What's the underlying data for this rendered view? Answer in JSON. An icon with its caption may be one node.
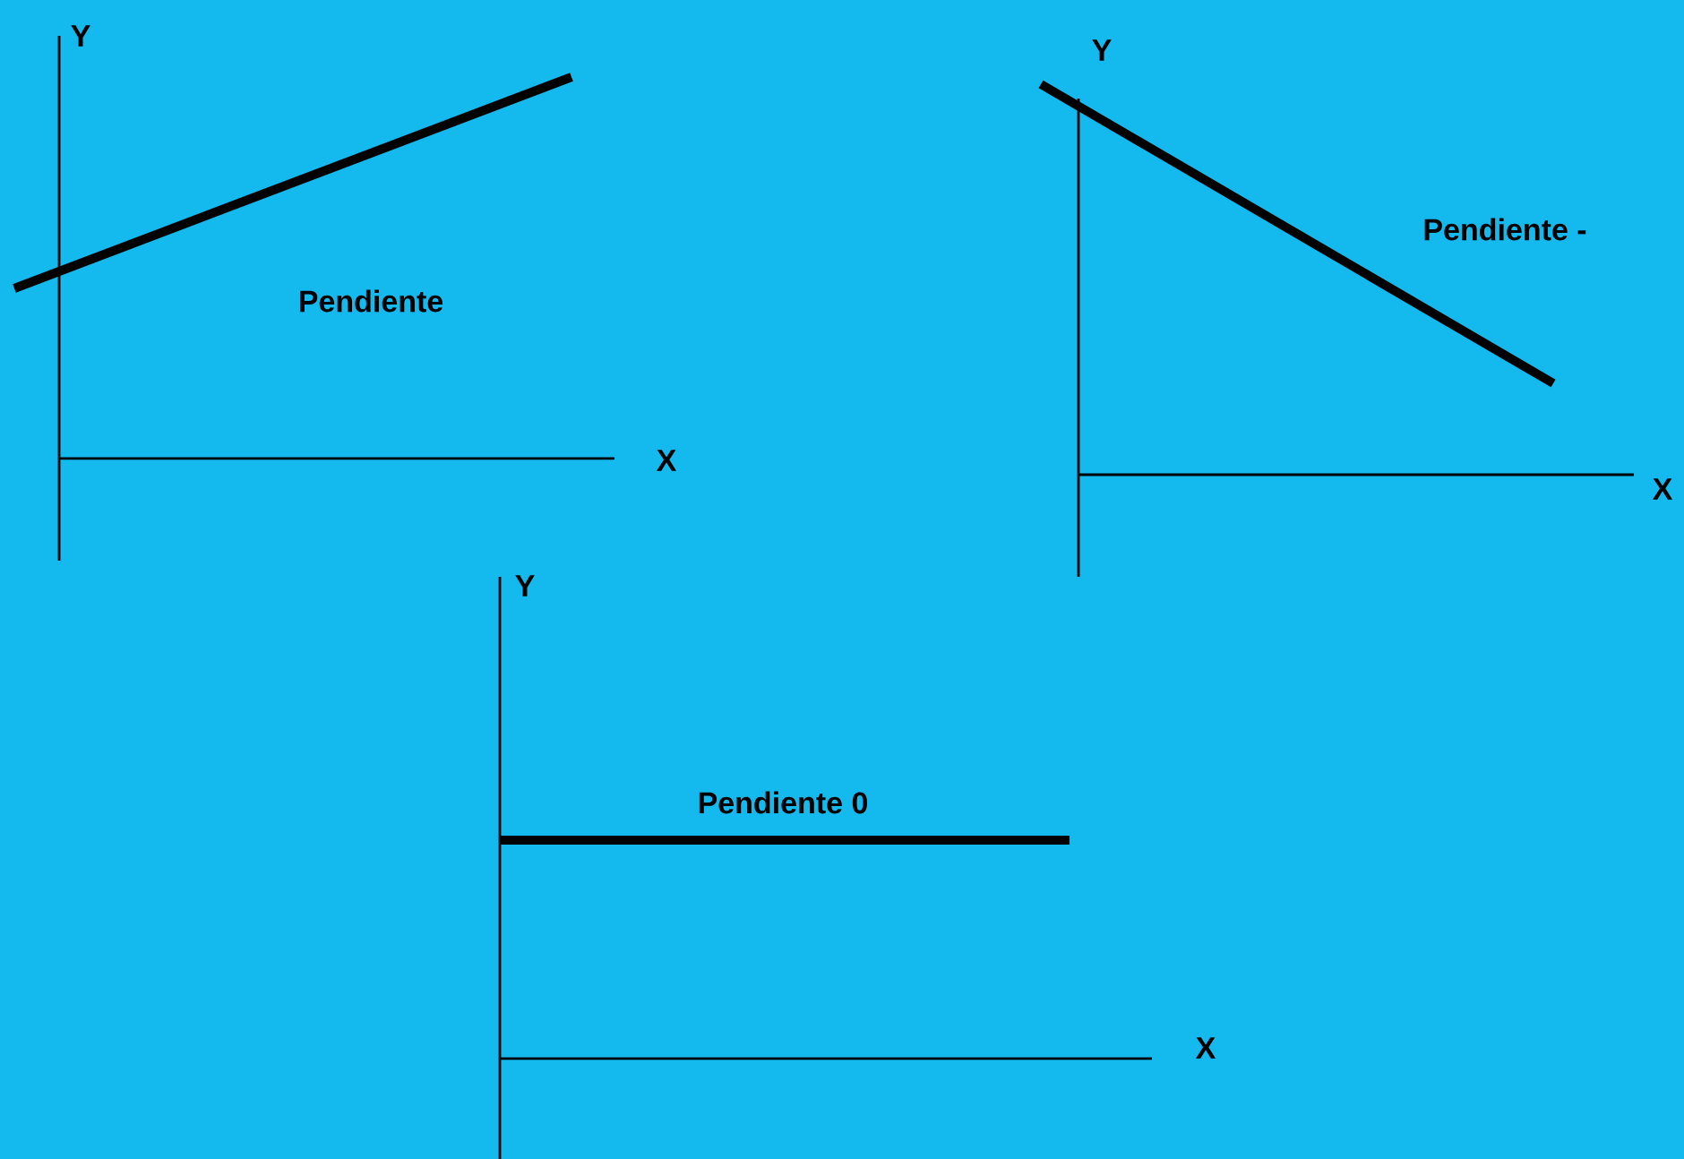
{
  "diagram": {
    "labels": [
      "Y",
      "Pendiente",
      "X",
      "Y",
      "Pendiente -",
      "X",
      "Y",
      "Pendiente 0",
      "X"
    ]
  }
}
